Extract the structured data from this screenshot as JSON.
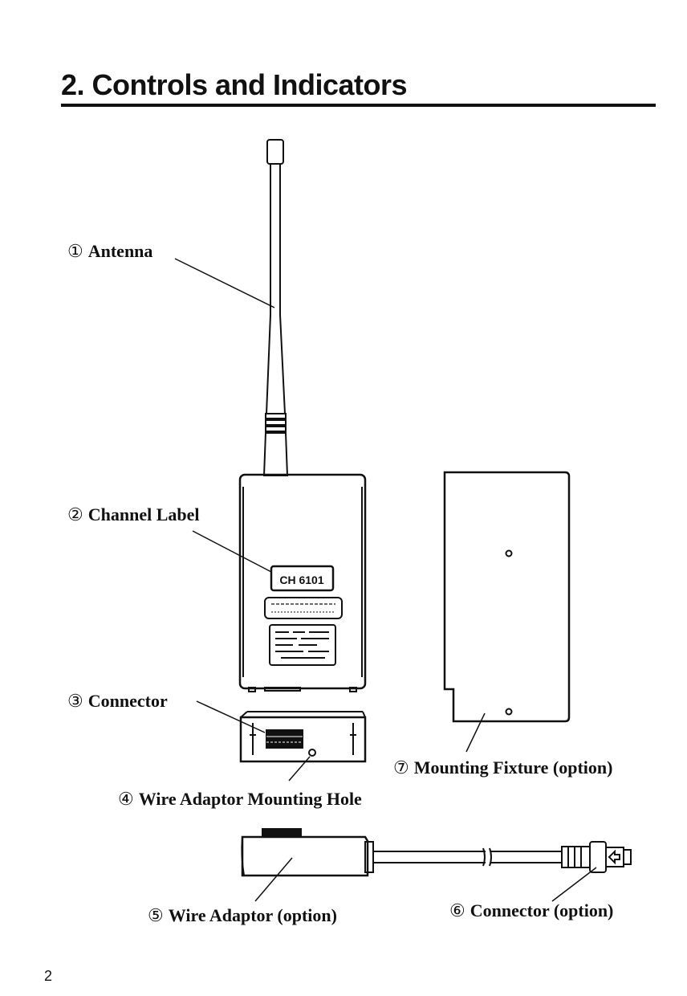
{
  "page": {
    "heading": "2. Controls and Indicators",
    "page_number": "2"
  },
  "labels": [
    {
      "id": "antenna",
      "number": "①",
      "text": "Antenna"
    },
    {
      "id": "channel-label",
      "number": "②",
      "text": "Channel Label"
    },
    {
      "id": "connector",
      "number": "③",
      "text": "Connector"
    },
    {
      "id": "wire-adaptor-mounting-hole",
      "number": "④",
      "text": "Wire Adaptor Mounting Hole"
    },
    {
      "id": "wire-adaptor",
      "number": "⑤",
      "text": "Wire Adaptor (option)"
    },
    {
      "id": "connector-option",
      "number": "⑥",
      "text": "Connector (option)"
    },
    {
      "id": "mounting-fixture",
      "number": "⑦",
      "text": "Mounting Fixture (option)"
    }
  ],
  "device": {
    "channel_text": "CH 6101"
  }
}
